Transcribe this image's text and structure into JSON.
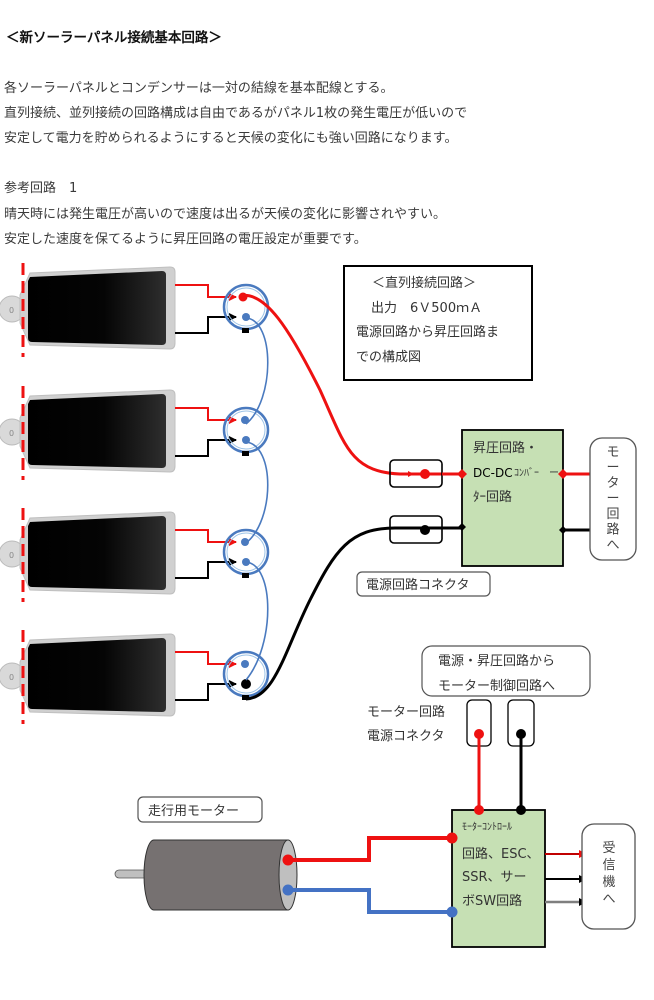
{
  "document": {
    "title": "＜新ソーラーパネル接続基本回路＞",
    "paragraph1": [
      "各ソーラーパネルとコンデンサーは一対の結線を基本配線とする。",
      "直列接続、並列接続の回路構成は自由であるがパネル1枚の発生電圧が低いので",
      "安定して電力を貯められるようにすると天候の変化にも強い回路になります。"
    ],
    "reference_heading": "参考回路　1",
    "paragraph2": [
      "晴天時には発生電圧が高いので速度は出るが天候の変化に影響されやすい。",
      "安定した速度を保てるように昇圧回路の電圧設定が重要です。"
    ]
  },
  "diagram": {
    "series_note": {
      "heading": "＜直列接続回路＞",
      "output": "出力　6Ｖ500ｍＡ",
      "desc_line1": "電源回路から昇圧回路ま",
      "desc_line2": "での構成図"
    },
    "panels": [
      {
        "label": "0"
      },
      {
        "label": "0"
      },
      {
        "label": "0"
      },
      {
        "label": "0"
      }
    ],
    "booster_box": {
      "line1": "昇圧回路・",
      "line2_a": "DC-DC",
      "line2_b": "ｺﾝﾊﾞｰ",
      "line3": "ﾀｰ回路"
    },
    "motor_circuit_box": {
      "text": [
        "モ",
        "ー",
        "タ",
        "ー",
        "回",
        "路",
        "へ"
      ]
    },
    "power_connector_label": "電源回路コネクタ",
    "bridge_label": {
      "line1": "電源・昇圧回路から",
      "line2": "モーター制御回路へ"
    },
    "motor_connector_label": {
      "line1": "モーター回路",
      "line2": "電源コネクタ"
    },
    "motor_label": "走行用モーター",
    "control_box": {
      "line1": "ﾓｰﾀｰｺﾝﾄﾛｰﾙ",
      "line2": "回路、ESC、",
      "line3": "SSR、サー",
      "line4": "ボSW回路"
    },
    "receiver_box": {
      "text": [
        "受",
        "信",
        "機",
        "へ"
      ]
    },
    "colors": {
      "positive": "#ee1111",
      "negative": "#000000",
      "capacitor": "#4a7abf",
      "board_fill": "#c6e0b4",
      "motor_body": "#767171",
      "panel_frame": "#d0d0d0"
    }
  }
}
